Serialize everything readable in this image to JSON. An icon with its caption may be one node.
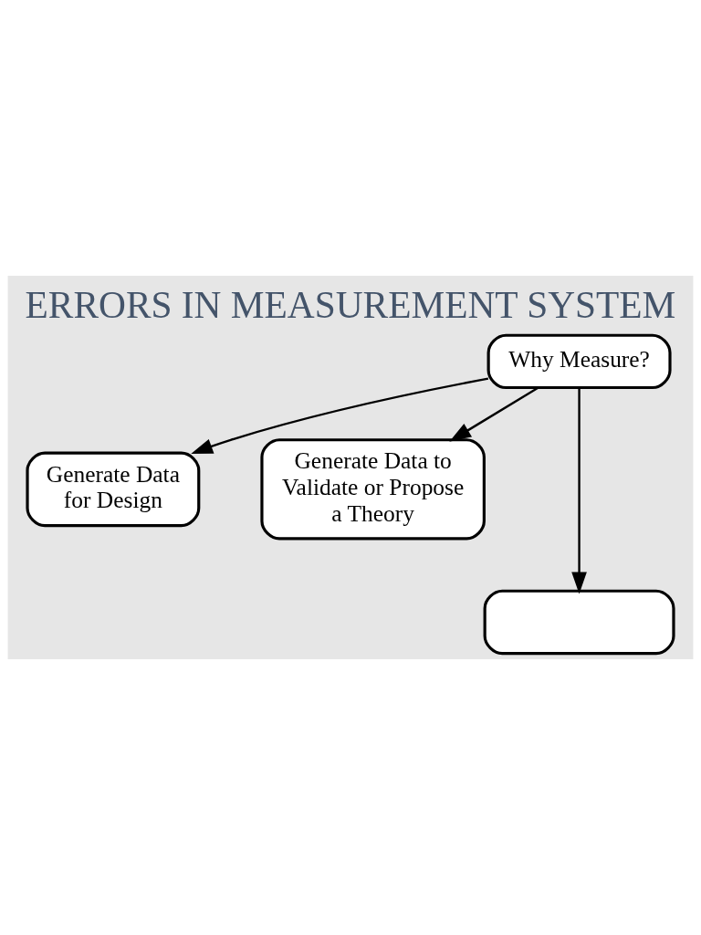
{
  "diagram": {
    "title": "ERRORS IN MEASUREMENT SYSTEM",
    "nodes": [
      {
        "text": [
          "Why Measure?"
        ]
      },
      {
        "text": [
          "Generate Data for Design"
        ]
      },
      {
        "text": [
          "Generate Data to Validate or Propose a Theory"
        ]
      },
      {
        "text": [],
        "shape": "box"
      }
    ],
    "edges": [
      {
        "from": 0,
        "to": 1,
        "arrow": "to"
      },
      {
        "from": 0,
        "to": 3,
        "arrow": "to"
      },
      {
        "from": 0,
        "to": 2,
        "arrow": "to"
      }
    ]
  }
}
